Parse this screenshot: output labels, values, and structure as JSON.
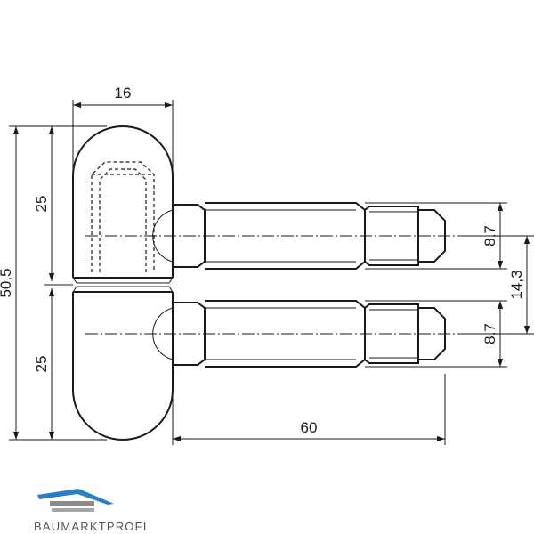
{
  "dimensions": {
    "width_top": "16",
    "total_height": "50,5",
    "upper_height": "25",
    "lower_height": "25",
    "pin_diameter_upper": "8,7",
    "pin_diameter_lower": "8,7",
    "pin_spacing": "14,3",
    "pin_length": "60"
  },
  "logo": {
    "text": "BAUMARKTPROFI",
    "color_primary": "#2a7fc4",
    "color_secondary": "#7a7a7a"
  }
}
